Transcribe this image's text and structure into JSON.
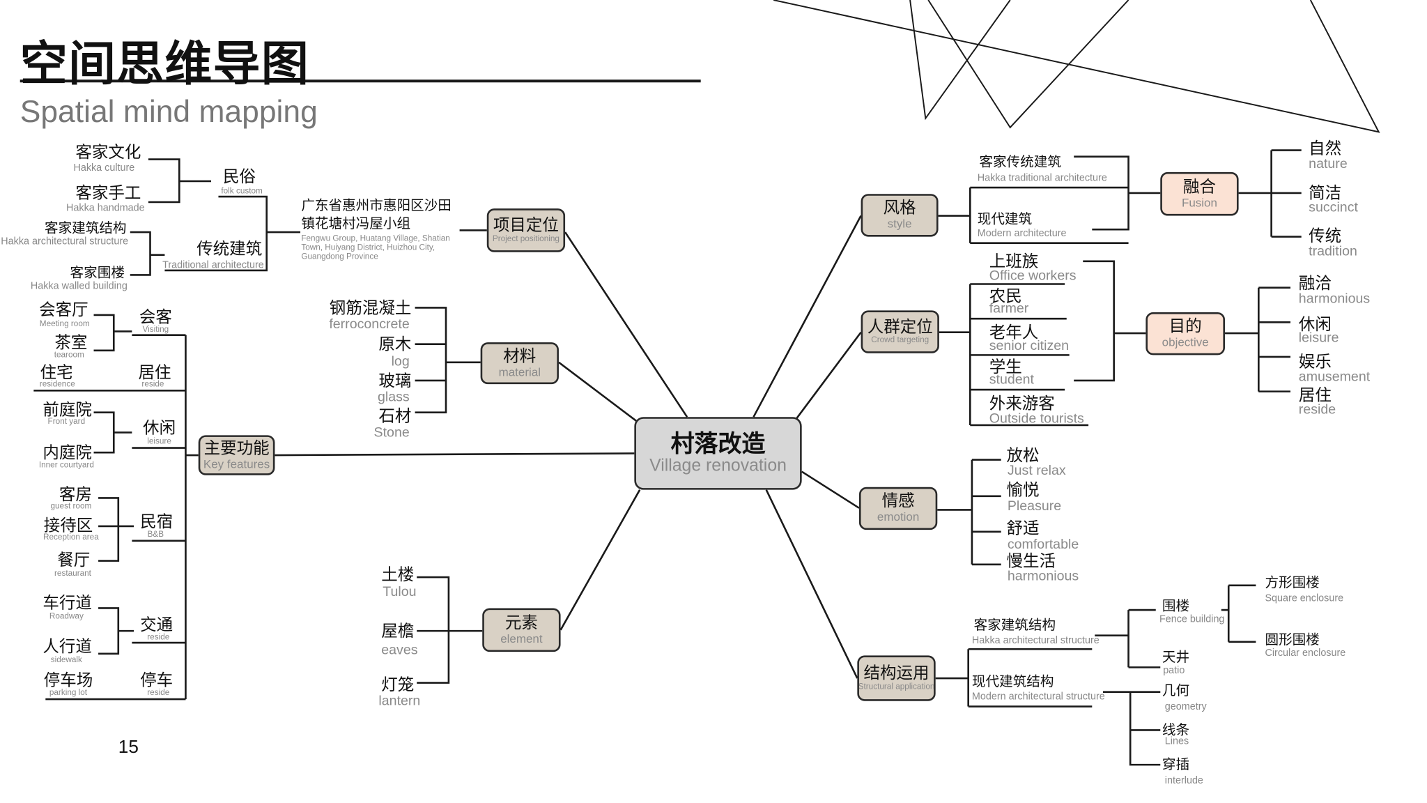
{
  "title": {
    "zh": "空间思维导图",
    "en": "Spatial mind mapping"
  },
  "page_number": "15",
  "center": {
    "zh": "村落改造",
    "en": "Village renovation"
  },
  "project": {
    "zh": "项目定位",
    "en": "Project positioning",
    "address_zh": [
      "广东省惠州市惠阳区沙田",
      "镇花塘村冯屋小组"
    ],
    "address_en": [
      "Fengwu Group, Huatang Village, Shatian",
      "Town, Huiyang District, Huizhou City,",
      "Guangdong Province"
    ],
    "groups": [
      {
        "zh": "民俗",
        "en": "folk custom",
        "items": [
          {
            "zh": "客家文化",
            "en": "Hakka culture"
          },
          {
            "zh": "客家手工",
            "en": "Hakka handmade"
          }
        ]
      },
      {
        "zh": "传统建筑",
        "en": "Traditional architecture",
        "items": [
          {
            "zh": "客家建筑结构",
            "en": "Hakka architectural structure"
          },
          {
            "zh": "客家围楼",
            "en": "Hakka walled building"
          }
        ]
      }
    ]
  },
  "material": {
    "zh": "材料",
    "en": "material",
    "items": [
      {
        "zh": "钢筋混凝土",
        "en": "ferroconcrete"
      },
      {
        "zh": "原木",
        "en": "log"
      },
      {
        "zh": "玻璃",
        "en": "glass"
      },
      {
        "zh": "石材",
        "en": "Stone"
      }
    ]
  },
  "features": {
    "zh": "主要功能",
    "en": "Key features",
    "groups": [
      {
        "zh": "会客",
        "en": "Visiting",
        "items": [
          {
            "zh": "会客厅",
            "en": "Meeting room"
          },
          {
            "zh": "茶室",
            "en": "tearoom"
          }
        ]
      },
      {
        "zh": "居住",
        "en": "reside",
        "items": [
          {
            "zh": "住宅",
            "en": "residence"
          }
        ]
      },
      {
        "zh": "休闲",
        "en": "leisure",
        "items": [
          {
            "zh": "前庭院",
            "en": "Front yard"
          },
          {
            "zh": "内庭院",
            "en": "Inner courtyard"
          }
        ]
      },
      {
        "zh": "民宿",
        "en": "B&B",
        "items": [
          {
            "zh": "客房",
            "en": "guest room"
          },
          {
            "zh": "接待区",
            "en": "Reception area"
          },
          {
            "zh": "餐厅",
            "en": "restaurant"
          }
        ]
      },
      {
        "zh": "交通",
        "en": "reside",
        "items": [
          {
            "zh": "车行道",
            "en": "Roadway"
          },
          {
            "zh": "人行道",
            "en": "sidewalk"
          }
        ]
      },
      {
        "zh": "停车",
        "en": "reside",
        "items": [
          {
            "zh": "停车场",
            "en": "parking lot"
          }
        ]
      }
    ]
  },
  "element": {
    "zh": "元素",
    "en": "element",
    "items": [
      {
        "zh": "土楼",
        "en": "Tulou"
      },
      {
        "zh": "屋檐",
        "en": "eaves"
      },
      {
        "zh": "灯笼",
        "en": "lantern"
      }
    ]
  },
  "style": {
    "zh": "风格",
    "en": "style",
    "items": [
      {
        "zh": "客家传统建筑",
        "en": "Hakka traditional architecture"
      },
      {
        "zh": "现代建筑",
        "en": "Modern architecture"
      }
    ],
    "fusion": {
      "zh": "融合",
      "en": "Fusion",
      "items": [
        {
          "zh": "自然",
          "en": "nature"
        },
        {
          "zh": "简洁",
          "en": "succinct"
        },
        {
          "zh": "传统",
          "en": "tradition"
        }
      ]
    }
  },
  "crowd": {
    "zh": "人群定位",
    "en": "Crowd targeting",
    "items": [
      {
        "zh": "上班族",
        "en": "Office workers"
      },
      {
        "zh": "农民",
        "en": "farmer"
      },
      {
        "zh": "老年人",
        "en": "senior citizen"
      },
      {
        "zh": "学生",
        "en": "student"
      },
      {
        "zh": "外来游客",
        "en": "Outside tourists"
      }
    ],
    "objective": {
      "zh": "目的",
      "en": "objective",
      "items": [
        {
          "zh": "融洽",
          "en": "harmonious"
        },
        {
          "zh": "休闲",
          "en": "leisure"
        },
        {
          "zh": "娱乐",
          "en": "amusement"
        },
        {
          "zh": "居住",
          "en": "reside"
        }
      ]
    }
  },
  "emotion": {
    "zh": "情感",
    "en": "emotion",
    "items": [
      {
        "zh": "放松",
        "en": "Just relax"
      },
      {
        "zh": "愉悦",
        "en": "Pleasure"
      },
      {
        "zh": "舒适",
        "en": "comfortable"
      },
      {
        "zh": "慢生活",
        "en": "harmonious"
      }
    ]
  },
  "structure": {
    "zh": "结构运用",
    "en": "Structural application",
    "groups": [
      {
        "zh": "客家建筑结构",
        "en": "Hakka architectural structure",
        "items": [
          {
            "zh": "围楼",
            "en": "Fence building",
            "subitems": [
              {
                "zh": "方形围楼",
                "en": "Square enclosure"
              },
              {
                "zh": "圆形围楼",
                "en": "Circular enclosure"
              }
            ]
          },
          {
            "zh": "天井",
            "en": "patio"
          }
        ]
      },
      {
        "zh": "现代建筑结构",
        "en": "Modern architectural structure",
        "items": [
          {
            "zh": "几何",
            "en": "geometry"
          },
          {
            "zh": "线条",
            "en": "Lines"
          },
          {
            "zh": "穿插",
            "en": "interlude"
          }
        ]
      }
    ]
  }
}
